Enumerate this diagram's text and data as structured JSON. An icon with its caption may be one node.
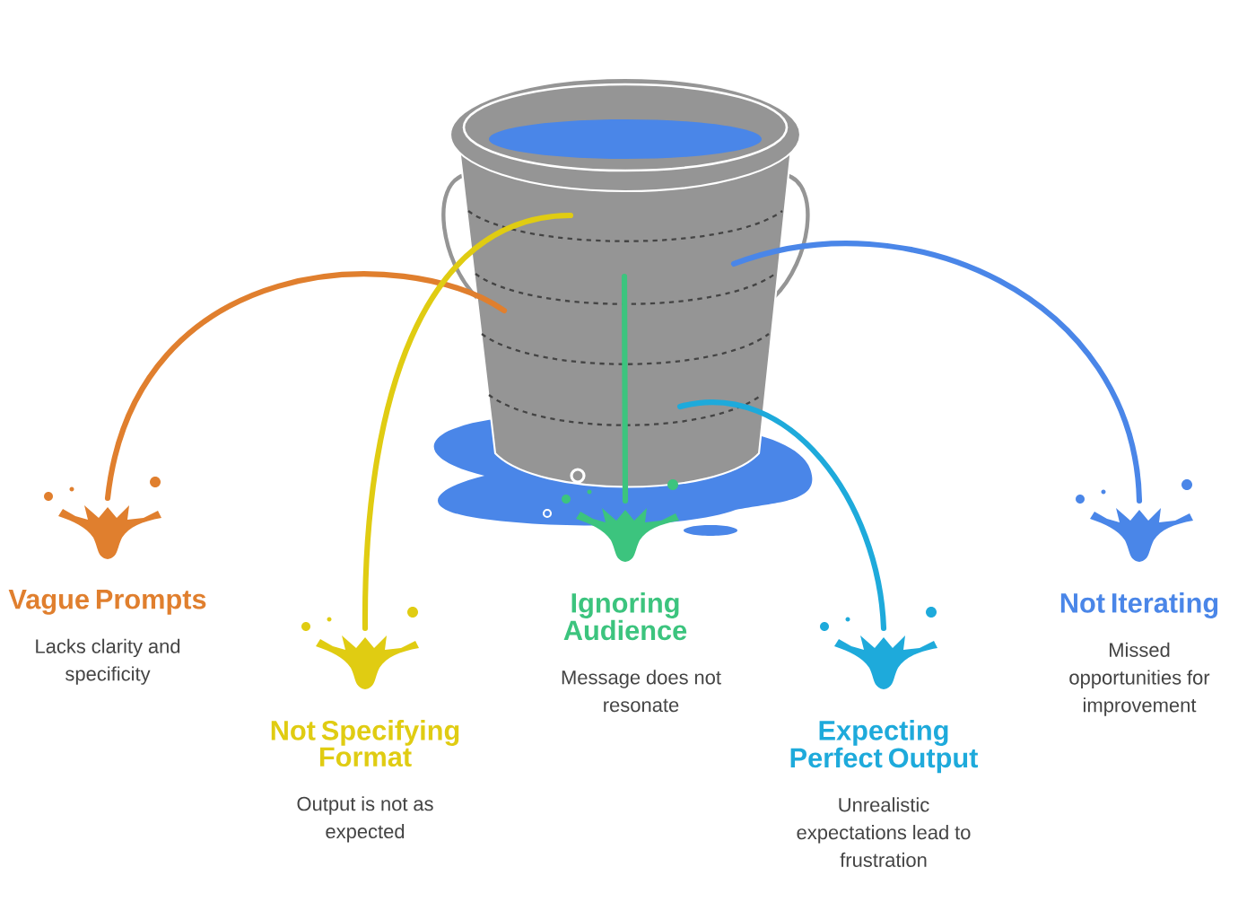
{
  "diagram": {
    "nodes": [
      {
        "text": [],
        "shape": "picture"
      },
      {
        "text": [
          "Vague Prompts",
          "Lacks clarity and specificity"
        ]
      },
      {
        "text": [
          "Not Specifying Format",
          "Output is not as expected"
        ]
      },
      {
        "text": [
          "Ignoring Audience",
          "Message does not resonate"
        ]
      },
      {
        "text": [
          "Expecting Perfect Output",
          "Unrealistic expectations lead to frustration"
        ]
      },
      {
        "text": [
          "Not Iterating",
          "Missed opportunities for improvement"
        ]
      }
    ],
    "edges": [
      {
        "from": 0,
        "to": 1,
        "arrow": "none",
        "color": "#e07f2e"
      },
      {
        "from": 0,
        "to": 2,
        "arrow": "none",
        "color": "#e0cc12"
      },
      {
        "from": 0,
        "to": 3,
        "arrow": "none",
        "color": "#3cc47e"
      },
      {
        "from": 0,
        "to": 4,
        "arrow": "none",
        "color": "#1eaadb"
      },
      {
        "from": 0,
        "to": 5,
        "arrow": "none",
        "color": "#4a86e8"
      }
    ]
  }
}
